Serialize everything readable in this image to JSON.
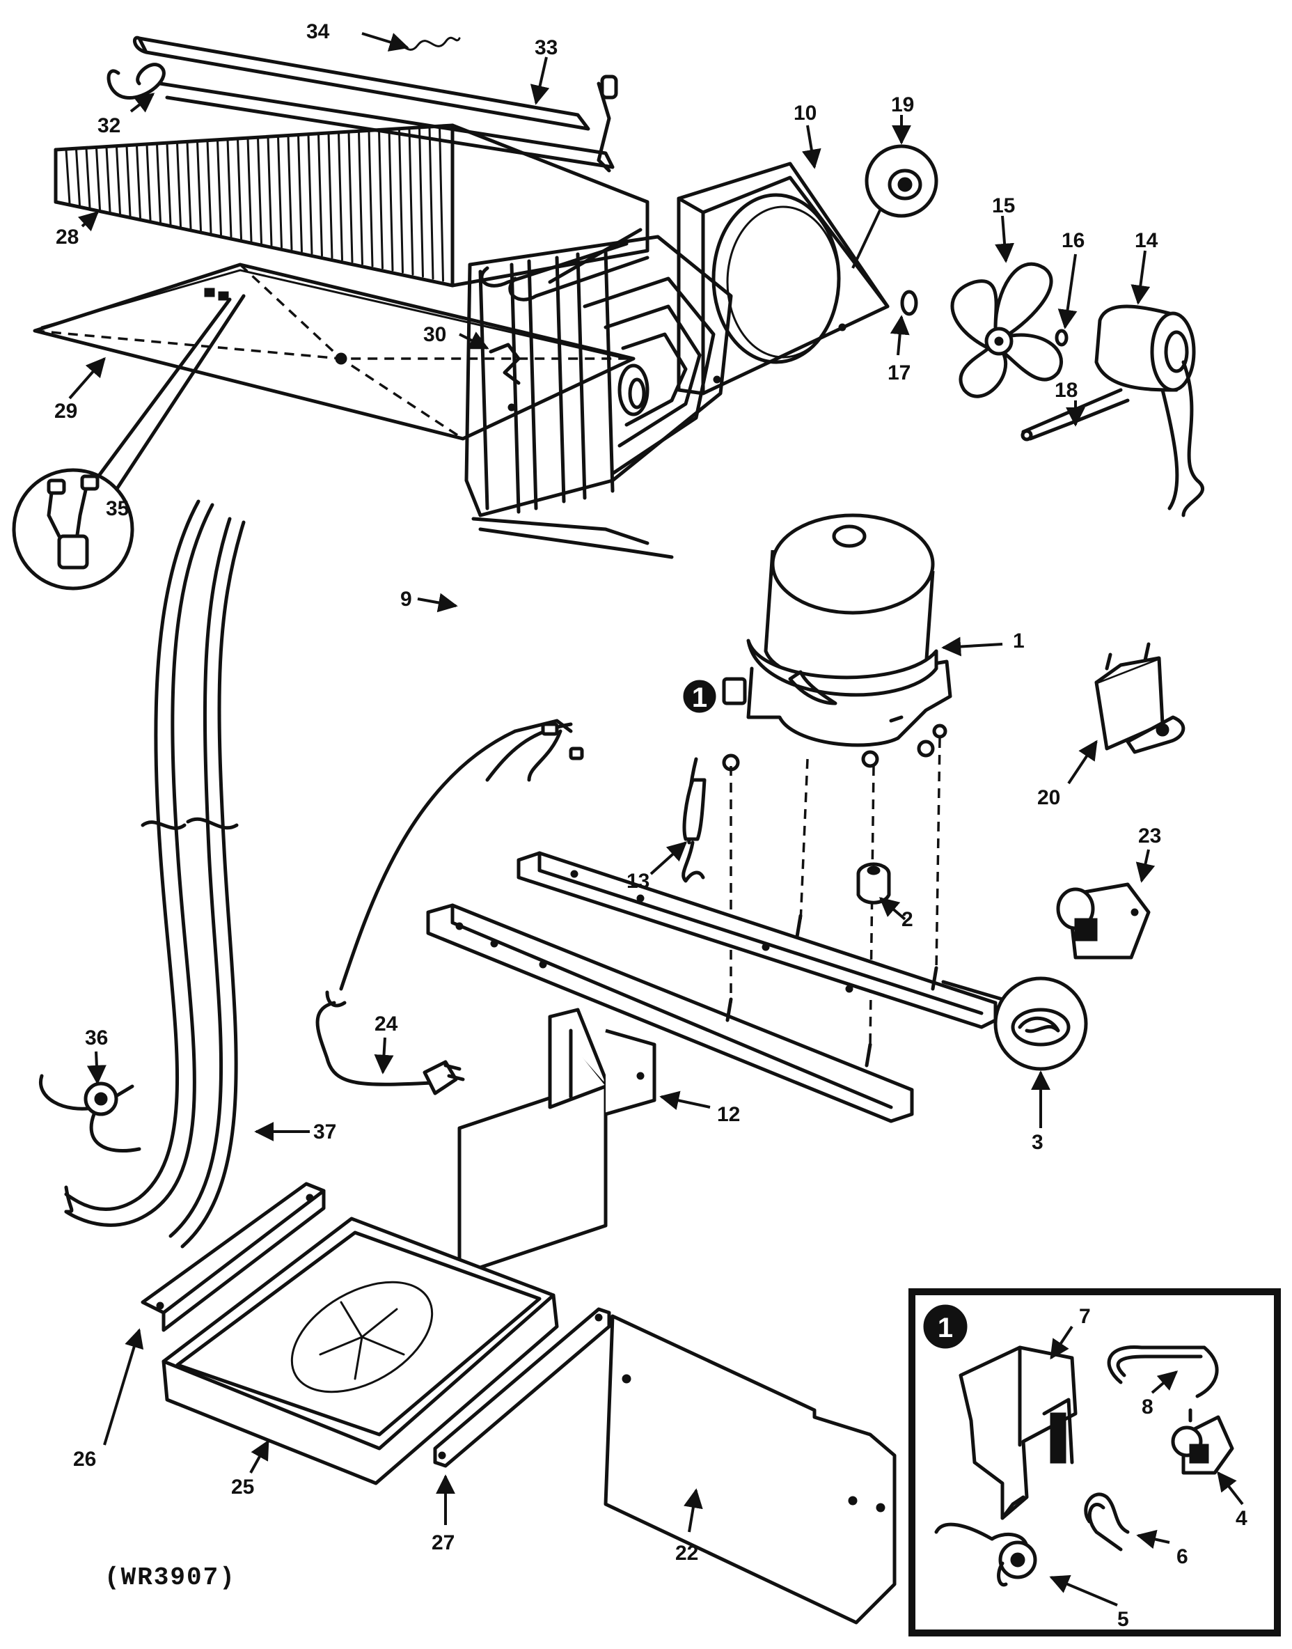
{
  "diagram": {
    "drawing_code": "(WR3907)",
    "inset_badge": "1",
    "compressor_badge": "1",
    "callouts": {
      "c1": "1",
      "c2": "2",
      "c3": "3",
      "c4": "4",
      "c5": "5",
      "c6": "6",
      "c7": "7",
      "c8": "8",
      "c9": "9",
      "c10": "10",
      "c12": "12",
      "c13": "13",
      "c14": "14",
      "c15": "15",
      "c16": "16",
      "c17": "17",
      "c18": "18",
      "c19": "19",
      "c20": "20",
      "c22": "22",
      "c23": "23",
      "c24": "24",
      "c25": "25",
      "c26": "26",
      "c27": "27",
      "c28": "28",
      "c29": "29",
      "c30": "30",
      "c32": "32",
      "c33": "33",
      "c34": "34",
      "c35": "35",
      "c36": "36",
      "c37": "37"
    }
  }
}
